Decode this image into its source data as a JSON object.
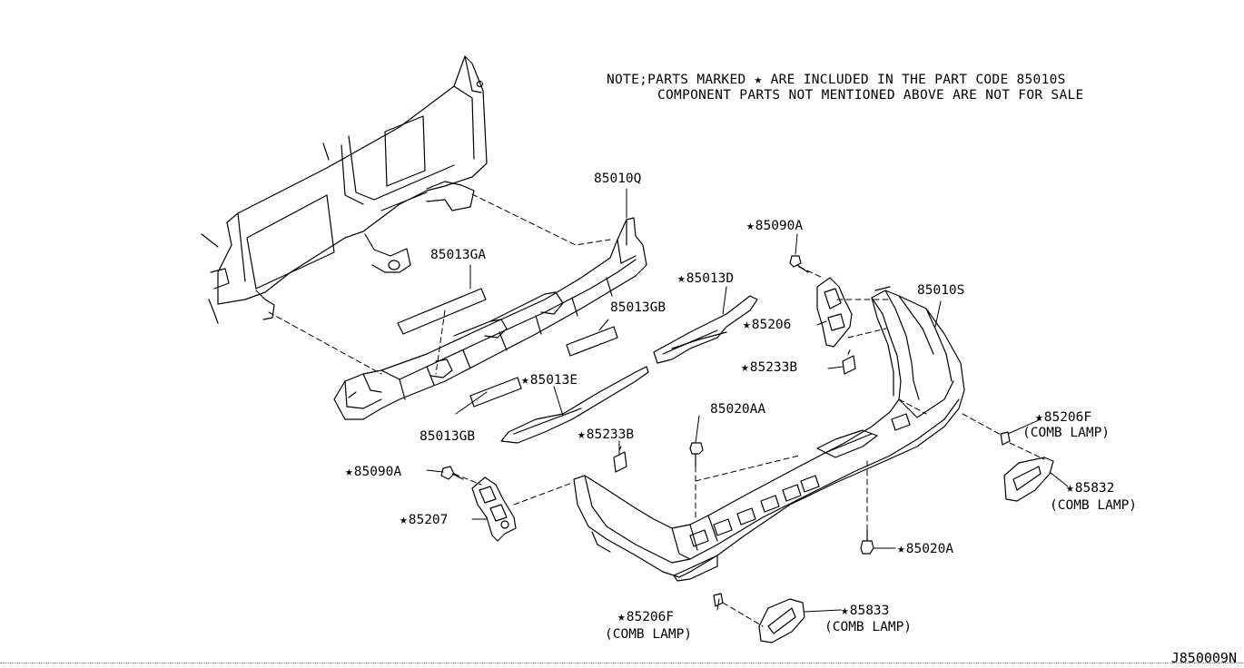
{
  "note": {
    "line1_prefix": "NOTE;PARTS MARKED",
    "star_glyph": "★",
    "line1_suffix": "ARE INCLUDED IN THE PART CODE 85010S",
    "line2": "COMPONENT PARTS NOT MENTIONED ABOVE ARE NOT FOR SALE"
  },
  "diagram_code": "J850009N",
  "parts": [
    {
      "id": "p85010Q",
      "label": "85010Q",
      "starred": false
    },
    {
      "id": "p85013GA",
      "label": "85013GA",
      "starred": false
    },
    {
      "id": "p85013GB_a",
      "label": "85013GB",
      "starred": false
    },
    {
      "id": "p85013GB_b",
      "label": "85013GB",
      "starred": false
    },
    {
      "id": "p85013D",
      "label": "85013D",
      "starred": true
    },
    {
      "id": "p85013E",
      "label": "85013E",
      "starred": true
    },
    {
      "id": "p85090A_top",
      "label": "85090A",
      "starred": true
    },
    {
      "id": "p85206",
      "label": "85206",
      "starred": true
    },
    {
      "id": "p85233B_top",
      "label": "85233B",
      "starred": true
    },
    {
      "id": "p85010S",
      "label": "85010S",
      "starred": false
    },
    {
      "id": "p85020AA",
      "label": "85020AA",
      "starred": false
    },
    {
      "id": "p85233B_mid",
      "label": "85233B",
      "starred": true
    },
    {
      "id": "p85090A_left",
      "label": "85090A",
      "starred": true
    },
    {
      "id": "p85207",
      "label": "85207",
      "starred": true
    },
    {
      "id": "p85206F_right",
      "label": "85206F",
      "starred": true,
      "sub": "(COMB LAMP)"
    },
    {
      "id": "p85832",
      "label": "85832",
      "starred": true,
      "sub": "(COMB LAMP)"
    },
    {
      "id": "p85020A",
      "label": "85020A",
      "starred": true
    },
    {
      "id": "p85206F_bottom",
      "label": "85206F",
      "starred": true,
      "sub": "(COMB LAMP)"
    },
    {
      "id": "p85833",
      "label": "85833",
      "starred": true,
      "sub": "(COMB LAMP)"
    }
  ]
}
